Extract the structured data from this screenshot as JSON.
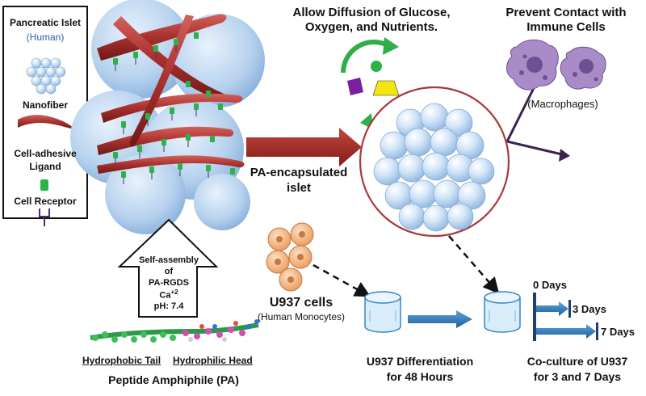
{
  "legend": {
    "islet_title": "Pancreatic Islet",
    "islet_sub": "(Human)",
    "nanofiber": "Nanofiber",
    "ligand_line1": "Cell-adhesive",
    "ligand_line2": "Ligand",
    "receptor": "Cell Receptor"
  },
  "top": {
    "diffusion_line1": "Allow Diffusion of Glucose,",
    "diffusion_line2": "Oxygen, and Nutrients.",
    "prevent_line1": "Prevent Contact with",
    "prevent_line2": "Immune Cells",
    "macrophages": "(Macrophages)"
  },
  "middle": {
    "pa_line1": "PA-encapsulated",
    "pa_line2": "islet"
  },
  "assembly": {
    "line1": "Self-assembly",
    "line2": "of",
    "line3": "PA-RGDS",
    "line4": "Ca",
    "line4_sup": "+2",
    "line5": "pH: 7.4"
  },
  "amphiphile": {
    "tail": "Hydrophobic Tail",
    "head": "Hydrophilic Head",
    "title": "Peptide Amphiphile (PA)"
  },
  "u937": {
    "title": "U937 cells",
    "sub": "(Human Monocytes)",
    "diff_line1": "U937 Differentiation",
    "diff_line2": "for 48 Hours"
  },
  "timeline": {
    "day0": "0 Days",
    "day3": "3 Days",
    "day7": "7 Days",
    "co_line1": "Co-culture of U937",
    "co_line2": "for 3 and 7 Days"
  },
  "colors": {
    "nanofiber": "#a8302c",
    "ligand": "#2bb34a",
    "receptor": "#4b2d6e",
    "islet_cell": "#b9d6f2",
    "ring": "#a63a3a",
    "arrow_green": "#2fae4a",
    "macrophage": "#a98bc7",
    "monocyte": "#f3b98a",
    "blue_arrow": "#2f78b5"
  }
}
